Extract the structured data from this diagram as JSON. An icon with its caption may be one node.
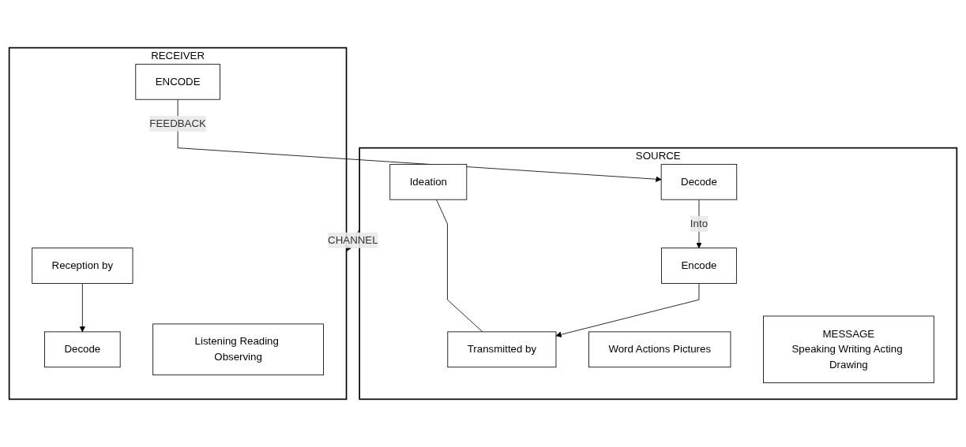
{
  "diagram": {
    "nodes": [
      {
        "text": [
          "SOURCE"
        ]
      },
      {
        "text": [
          "Ideation"
        ],
        "in": 0
      },
      {
        "text": [
          "Decode"
        ],
        "in": 0
      },
      {
        "text": [
          "Encode"
        ],
        "in": 0
      },
      {
        "text": [
          "Transmitted by"
        ],
        "in": 0
      },
      {
        "text": [
          "Word Actions Pictures"
        ],
        "in": 0
      },
      {
        "text": [
          "MESSAGE",
          "Speaking Writing Acting Drawing"
        ],
        "in": 0
      },
      {
        "text": [
          "RECEIVER"
        ]
      },
      {
        "text": [
          "Reception by"
        ],
        "in": 7
      },
      {
        "text": [
          "Decode"
        ],
        "in": 7
      },
      {
        "text": [
          "Listening Reading Observing"
        ],
        "in": 7
      },
      {
        "text": [
          "ENCODE"
        ],
        "in": 7
      }
    ],
    "edges": [
      {
        "from": 2,
        "to": 3,
        "label": "Into",
        "arrow": "to"
      },
      {
        "from": 1,
        "to": 4,
        "arrow": "none"
      },
      {
        "from": 3,
        "to": 4,
        "arrow": "to"
      },
      {
        "from": 0,
        "to": 7,
        "label": "CHANNEL",
        "arrow": "to"
      },
      {
        "from": 8,
        "to": 9,
        "arrow": "to"
      },
      {
        "from": 11,
        "to": 2,
        "label": "FEEDBACK",
        "arrow": "to"
      }
    ]
  }
}
